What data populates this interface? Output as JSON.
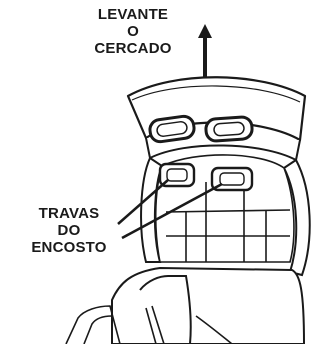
{
  "labels": {
    "lift": {
      "lines": [
        "LEVANTE",
        "O",
        "CERCADO"
      ]
    },
    "locks": {
      "lines": [
        "TRAVAS",
        "DO",
        "ENCOSTO"
      ]
    }
  },
  "colors": {
    "ink": "#1a1a1a",
    "background": "#ffffff"
  }
}
